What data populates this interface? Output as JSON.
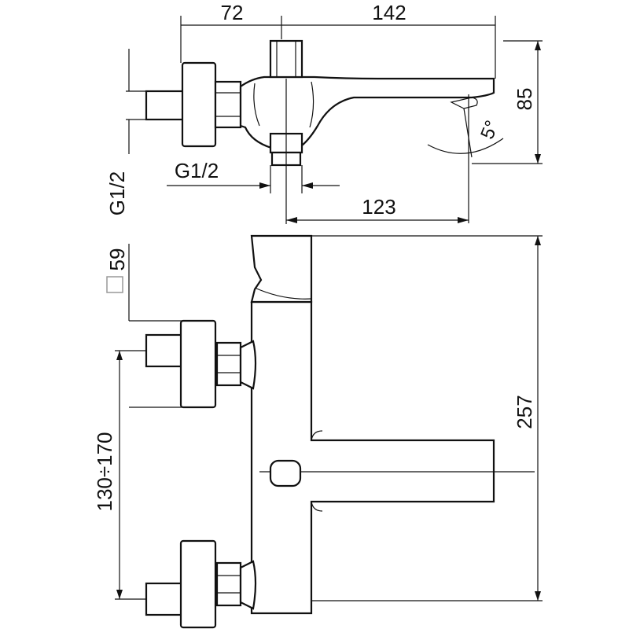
{
  "dimensions": {
    "top_width_left": "72",
    "top_width_right": "142",
    "spout_height": "85",
    "thread_top": "G1/2",
    "thread_side": "G1/2",
    "spout_reach": "123",
    "spout_angle": "5°",
    "body_square": "59",
    "body_height": "257",
    "center_distance": "130÷170"
  }
}
